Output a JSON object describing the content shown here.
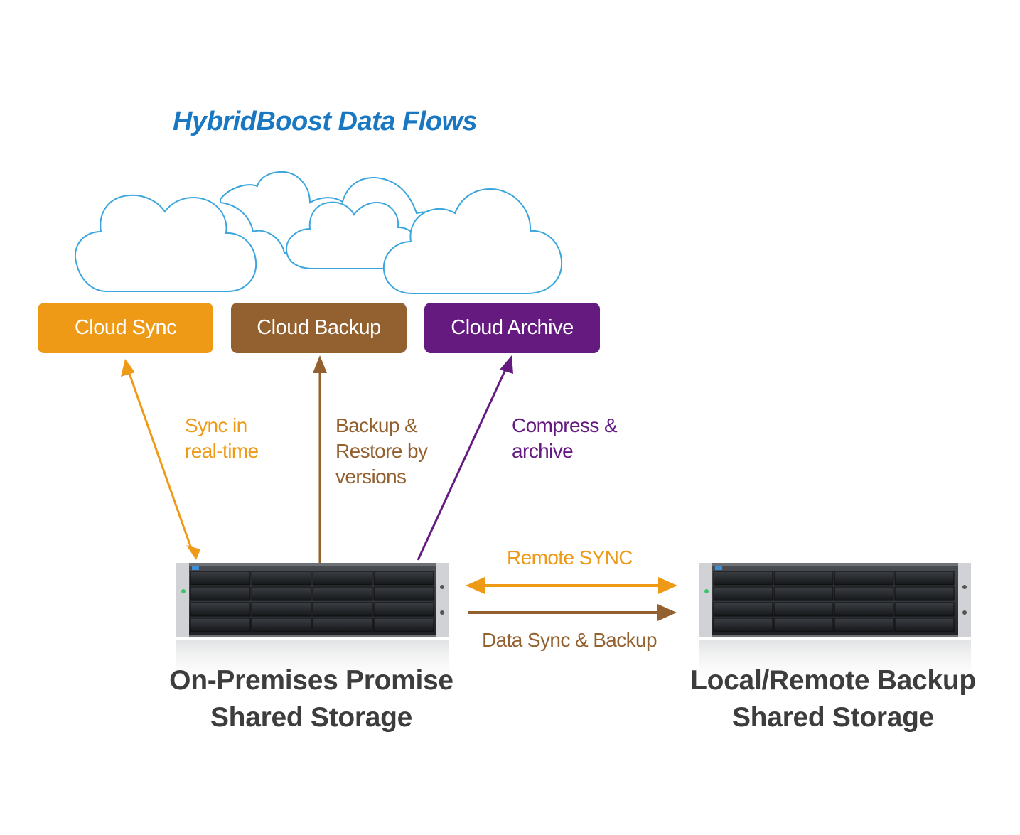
{
  "title": "HybridBoost Data Flows",
  "colors": {
    "title": "#1a78c2",
    "sync": "#ef9a17",
    "backup": "#93602f",
    "archive": "#651a80",
    "cloud_outline": "#3aa6dd",
    "node_text": "#3d3d3d"
  },
  "cloud_services": {
    "sync": "Cloud Sync",
    "backup": "Cloud Backup",
    "archive": "Cloud Archive"
  },
  "flows": {
    "sync": [
      "Sync in",
      "real-time"
    ],
    "backup": [
      "Backup &",
      "Restore by",
      "versions"
    ],
    "archive": [
      "Compress &",
      "archive"
    ],
    "remote_sync": "Remote SYNC",
    "data_sync_backup": "Data Sync & Backup"
  },
  "nodes": {
    "primary": [
      "On-Premises Promise",
      "Shared Storage"
    ],
    "backup": [
      "Local/Remote Backup",
      "Shared Storage"
    ]
  },
  "icons": [
    "cloud-icon",
    "storage-server-icon"
  ]
}
